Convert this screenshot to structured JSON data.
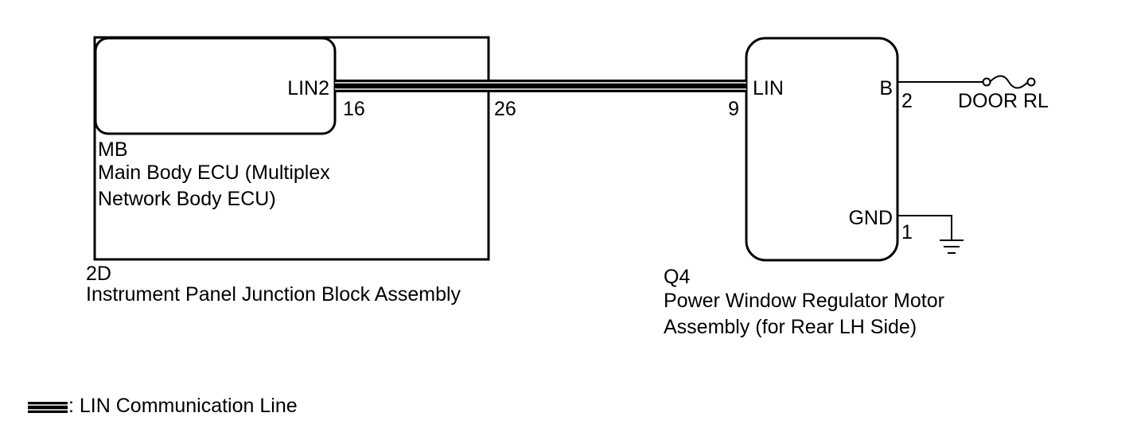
{
  "junction_block": {
    "code": "2D",
    "name": "Instrument Panel Junction Block Assembly"
  },
  "ecu": {
    "code": "MB",
    "name_line1": "Main Body ECU (Multiplex",
    "name_line2": "Network Body ECU)",
    "terminal_label": "LIN2",
    "terminal_pin": "16"
  },
  "junction_pin": "26",
  "motor": {
    "code": "Q4",
    "name_line1": "Power Window Regulator Motor",
    "name_line2": "Assembly (for Rear LH Side)",
    "lin_label": "LIN",
    "lin_pin": "9",
    "b_label": "B",
    "b_pin": "2",
    "gnd_label": "GND",
    "gnd_pin": "1"
  },
  "fuse_label": "DOOR RL",
  "legend": {
    "text": ": LIN Communication Line"
  }
}
